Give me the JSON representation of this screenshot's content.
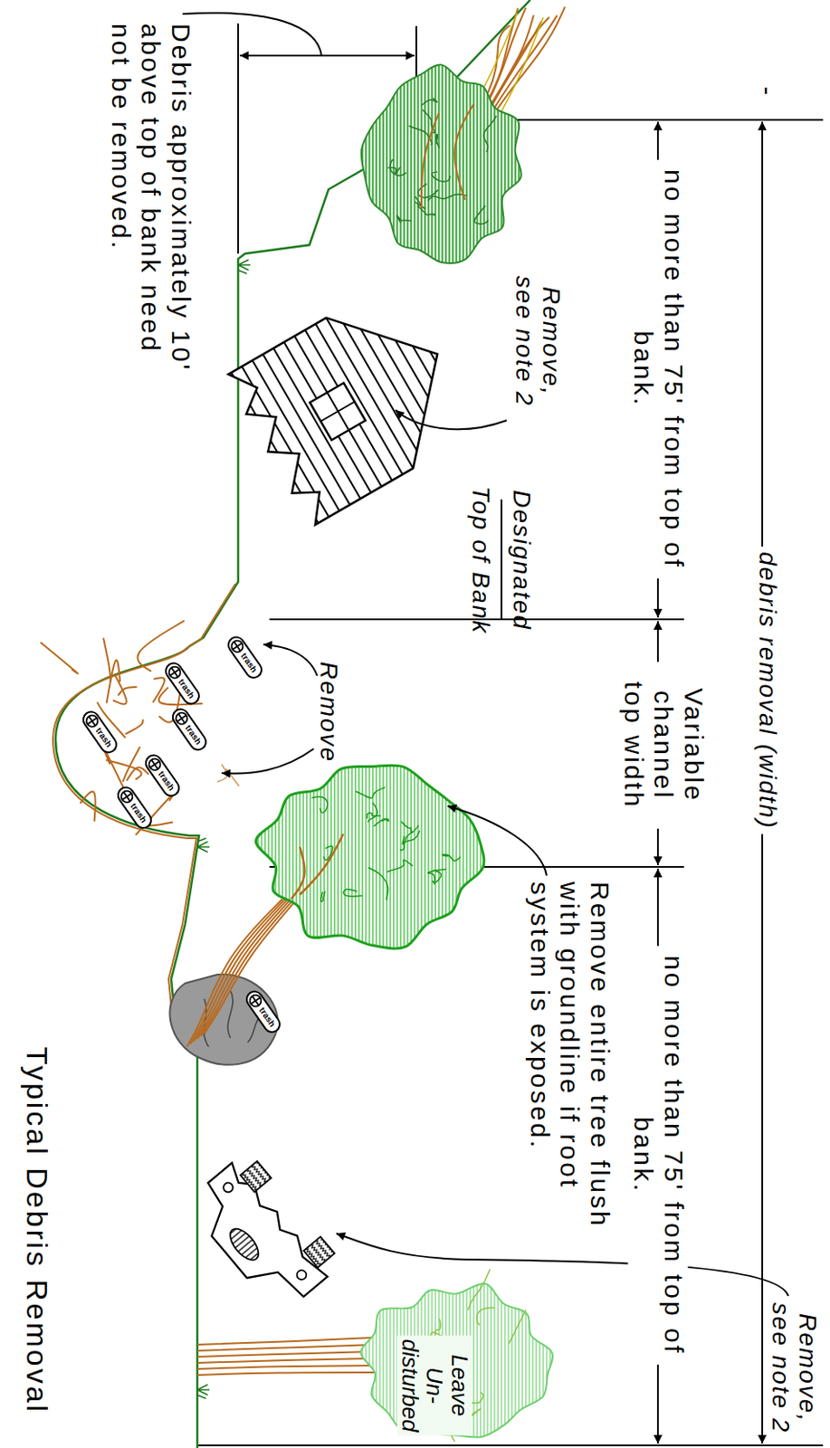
{
  "diagram": {
    "title": "Typical Debris Removal",
    "labels": [
      "debris removal (width)",
      "-",
      "no more than 75' from top of bank.",
      "Variable channel top width",
      "no more than 75' from top of bank.",
      "Remove, see note 2",
      "Designated",
      "Top of Bank",
      "Remove",
      "Remove entire tree flush with groundline if root system is exposed.",
      "Debris approximately 10' above top of bank need not be removed.",
      "Leave Un-disturbed",
      "Remove, see note 2",
      "trash",
      "trash",
      "trash",
      "trash",
      "trash",
      "trash",
      "trash"
    ]
  }
}
